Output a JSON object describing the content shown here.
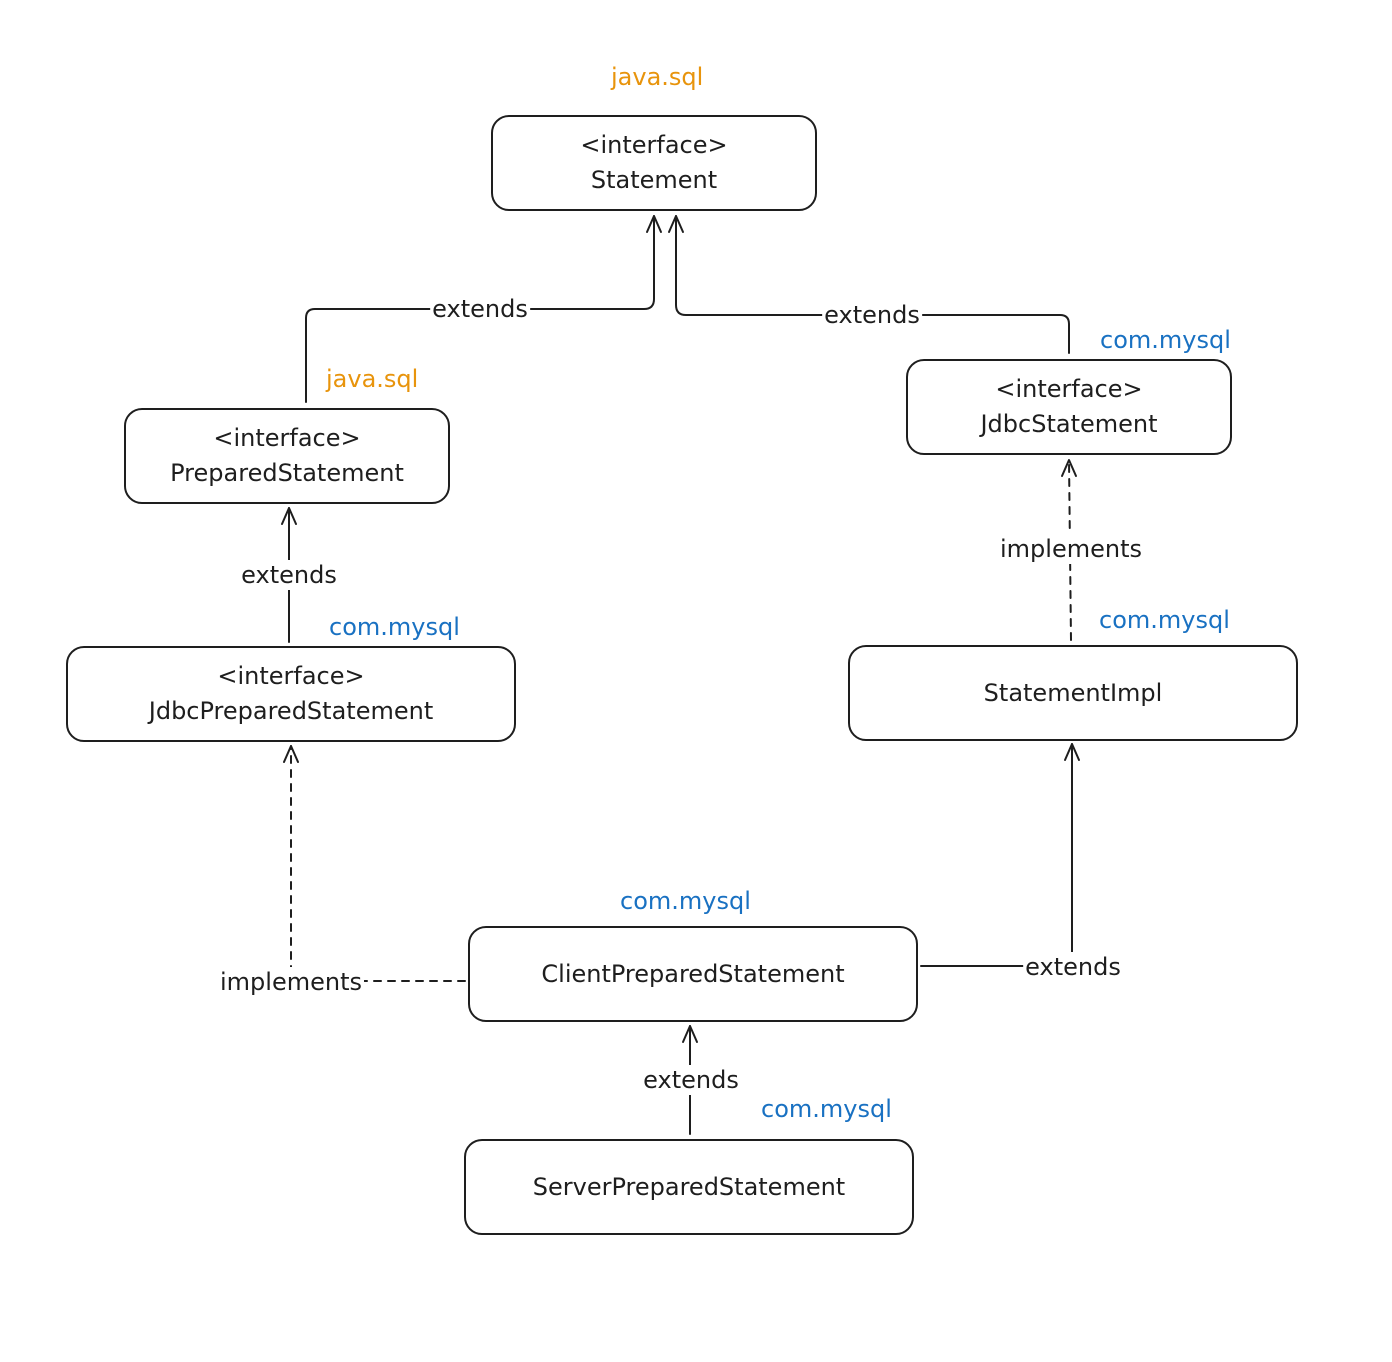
{
  "colors": {
    "java_package": "#e8940c",
    "mysql_package": "#1971c2",
    "line": "#1e1e1e"
  },
  "boxes": {
    "statement": {
      "stereotype": "<interface>",
      "name": "Statement",
      "package": "java.sql"
    },
    "prepared_statement": {
      "stereotype": "<interface>",
      "name": "PreparedStatement",
      "package": "java.sql"
    },
    "jdbc_statement": {
      "stereotype": "<interface>",
      "name": "JdbcStatement",
      "package": "com.mysql"
    },
    "jdbc_prepared_statement": {
      "stereotype": "<interface>",
      "name": "JdbcPreparedStatement",
      "package": "com.mysql"
    },
    "statement_impl": {
      "name": "StatementImpl",
      "package": "com.mysql"
    },
    "client_prepared_statement": {
      "name": "ClientPreparedStatement",
      "package": "com.mysql"
    },
    "server_prepared_statement": {
      "name": "ServerPreparedStatement",
      "package": "com.mysql"
    }
  },
  "relations": {
    "prepared_to_statement": "extends",
    "jdbc_to_statement": "extends",
    "jdbcprepared_to_prepared": "extends",
    "impl_to_jdbc": "implements",
    "client_to_jdbcprepared": "implements",
    "client_to_impl": "extends",
    "server_to_client": "extends"
  }
}
